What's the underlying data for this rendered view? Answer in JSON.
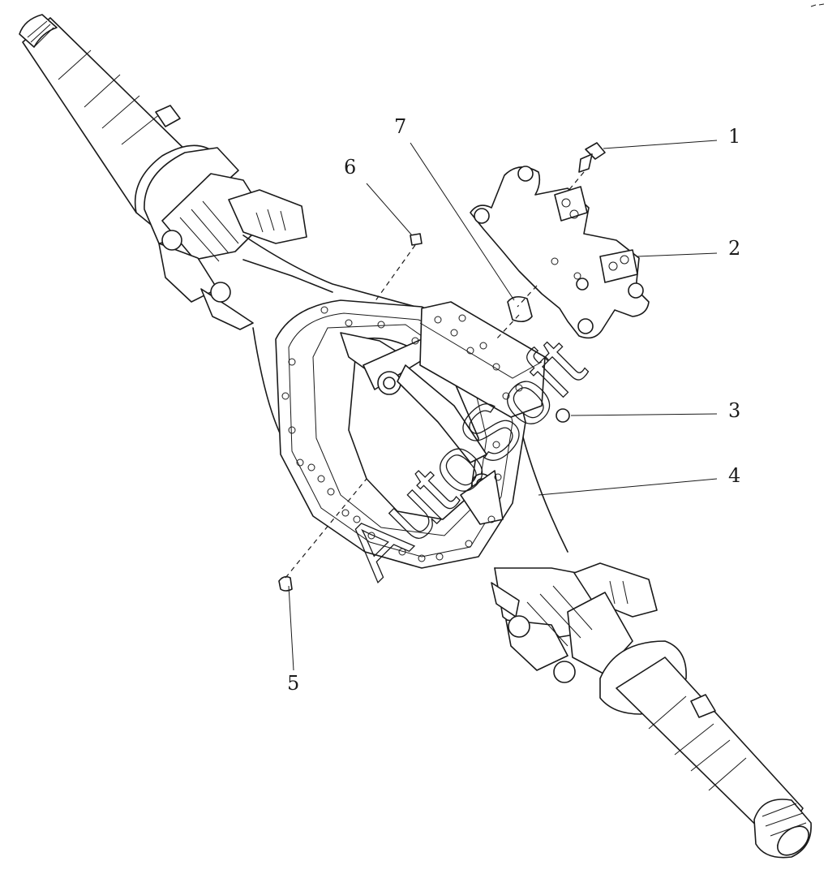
{
  "diagram": {
    "callouts": [
      {
        "label": "1"
      },
      {
        "label": "2"
      },
      {
        "label": "3"
      },
      {
        "label": "4"
      },
      {
        "label": "5"
      },
      {
        "label": "6"
      },
      {
        "label": "7"
      }
    ]
  },
  "watermark": {
    "text": "AutoSoft"
  },
  "colors": {
    "ink": "#1a1a1a",
    "paper": "#ffffff"
  }
}
